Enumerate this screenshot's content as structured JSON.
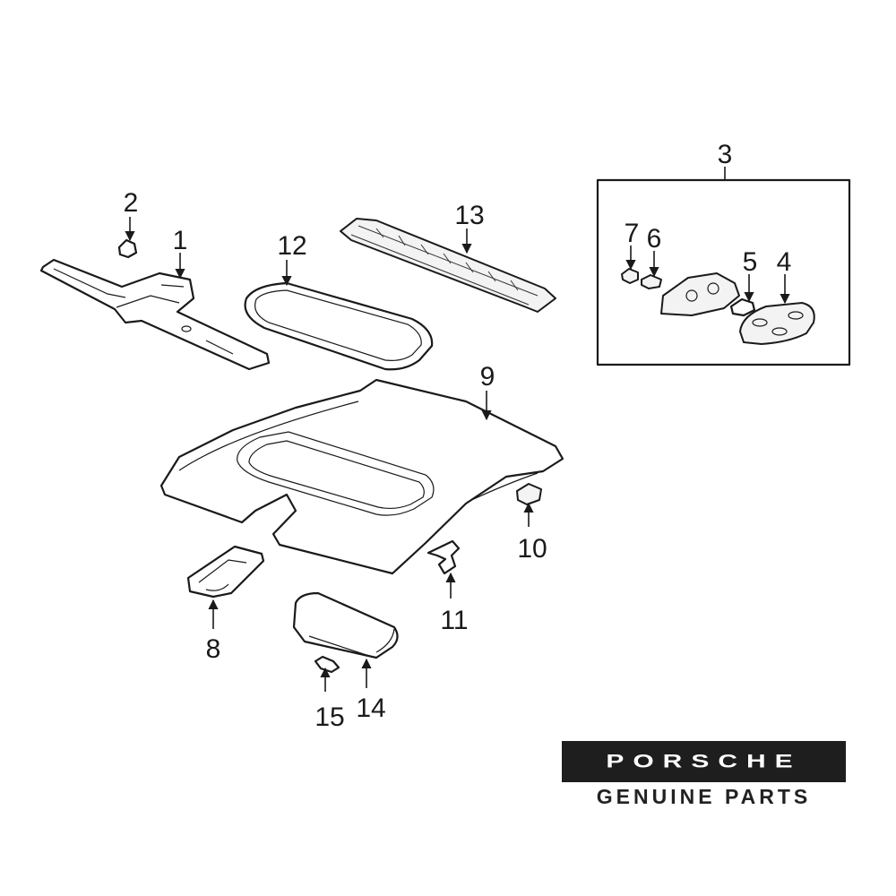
{
  "diagram": {
    "callouts": {
      "c1": "1",
      "c2": "2",
      "c3": "3",
      "c4": "4",
      "c5": "5",
      "c6": "6",
      "c7": "7",
      "c8": "8",
      "c9": "9",
      "c10": "10",
      "c11": "11",
      "c12": "12",
      "c13": "13",
      "c14": "14",
      "c15": "15"
    }
  },
  "brand": {
    "logo_text": "PORSCHE",
    "tagline": "GENUINE PARTS"
  }
}
